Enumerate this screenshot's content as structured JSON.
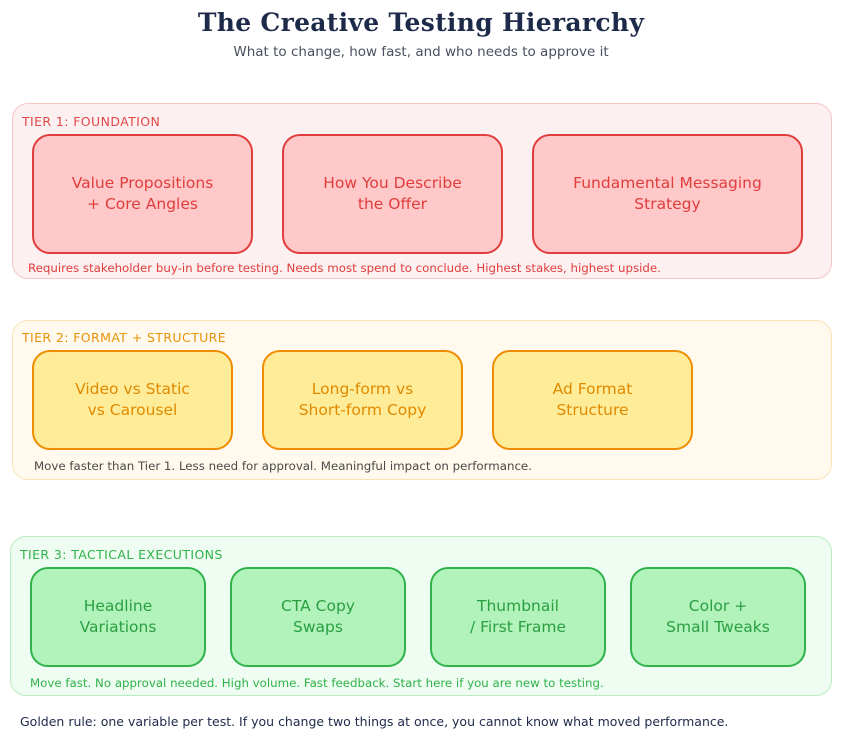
{
  "title": "The Creative Testing Hierarchy",
  "subtitle": "What to change, how fast, and who needs to approve it",
  "tiers": [
    {
      "label": "TIER 1: FOUNDATION",
      "cards": [
        "Value Propositions\n+ Core Angles",
        "How You Describe\nthe Offer",
        "Fundamental Messaging\nStrategy"
      ],
      "note": "Requires stakeholder buy-in before testing. Needs most spend to conclude. Highest stakes, highest upside.",
      "color": "#e03d3d"
    },
    {
      "label": "TIER 2: FORMAT + STRUCTURE",
      "cards": [
        "Video vs Static\nvs Carousel",
        "Long-form vs\nShort-form Copy",
        "Ad Format\nStructure"
      ],
      "note": "Move faster than Tier 1. Less need for approval. Meaningful impact on performance.",
      "color": "#f08c00"
    },
    {
      "label": "TIER 3: TACTICAL EXECUTIONS",
      "cards": [
        "Headline\nVariations",
        "CTA Copy\nSwaps",
        "Thumbnail\n/ First Frame",
        "Color +\nSmall Tweaks"
      ],
      "note": "Move fast. No approval needed. High volume. Fast feedback. Start here if you are new to testing.",
      "color": "#2fb34a"
    }
  ],
  "footer": "Golden rule: one variable per test. If you change two things at once, you cannot know what moved performance."
}
